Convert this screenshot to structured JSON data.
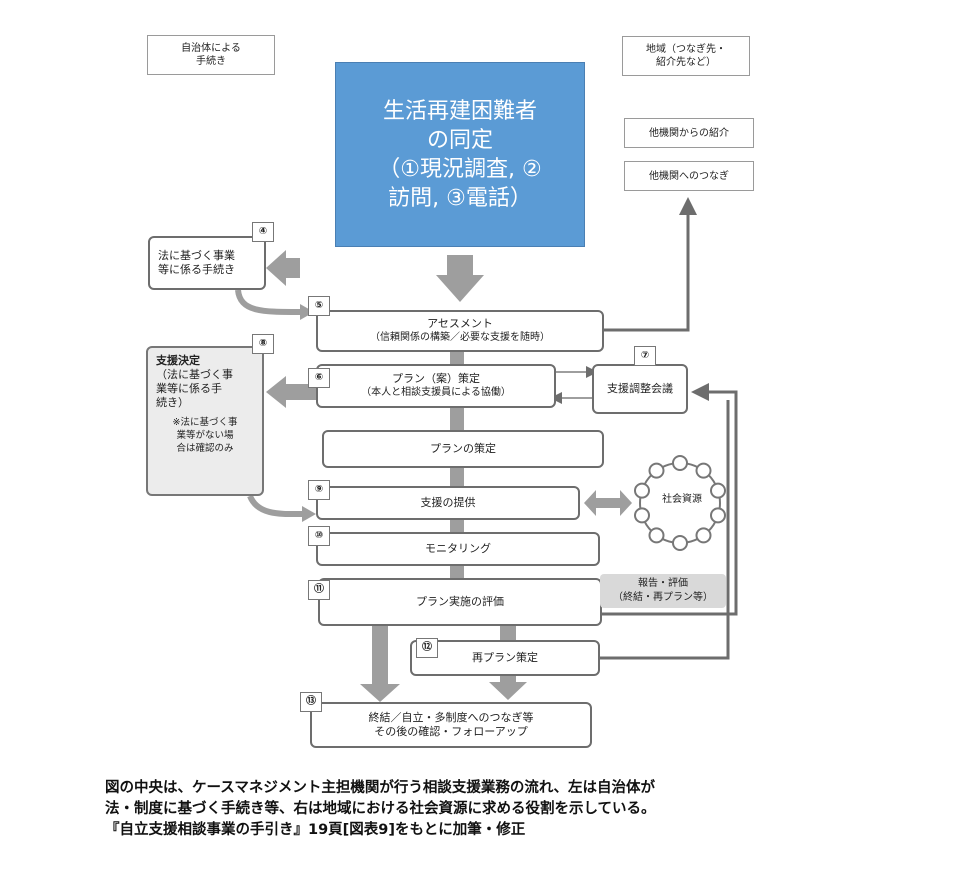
{
  "headers": {
    "left": [
      "自治体による",
      "手続き"
    ],
    "right": [
      "地域（つなぎ先・",
      "紹介先など）"
    ]
  },
  "main_box": {
    "lines": [
      "生活再建困難者",
      "の同定",
      "（①現況調査, ②",
      "訪問, ③電話）"
    ]
  },
  "right_boxes": {
    "intro": "他機関からの紹介",
    "connect": "他機関へのつなぎ"
  },
  "numbers": {
    "n4": "④",
    "n5": "⑤",
    "n6": "⑥",
    "n7": "⑦",
    "n8": "⑧",
    "n9": "⑨",
    "n10": "⑩",
    "n11": "⑪",
    "n12": "⑫",
    "n13": "⑬"
  },
  "left_box4": [
    "法に基づく事業",
    "等に係る手続き"
  ],
  "left_box8": {
    "title": "支援決定",
    "body": [
      "（法に基づく事",
      "業等に係る手",
      "続き）"
    ],
    "note": [
      "※法に基づく事",
      "業等がない場",
      "合は確認のみ"
    ]
  },
  "flow": {
    "assessment": {
      "title": "アセスメント",
      "sub": "（信頼関係の構築／必要な支援を随時）"
    },
    "plan_draft": {
      "title": "プラン（案）策定",
      "sub": "（本人と相談支援員による協働）"
    },
    "plan_decide": "プランの策定",
    "support": "支援の提供",
    "monitoring": "モニタリング",
    "evaluation": "プラン実施の評価",
    "replan": "再プラン策定",
    "end": {
      "line1": "終結／自立・多制度へのつなぎ等",
      "line2": "その後の確認・フォローアップ"
    }
  },
  "coordination_meeting": "支援調整会議",
  "social_resource": "社会資源",
  "report": {
    "line1": "報告・評価",
    "line2": "（終結・再プラン等）"
  },
  "caption": [
    "図の中央は、ケースマネジメント主担機関が行う相談支援業務の流れ、左は自治体が",
    "法・制度に基づく手続き等、右は地域における社会資源に求める役割を示している。",
    "『自立支援相談事業の手引き』19頁[図表9]をもとに加筆・修正"
  ],
  "colors": {
    "main_blue": "#5b9bd5",
    "arrow_gray": "#9e9e9e",
    "line_gray": "#6d6d6d"
  }
}
